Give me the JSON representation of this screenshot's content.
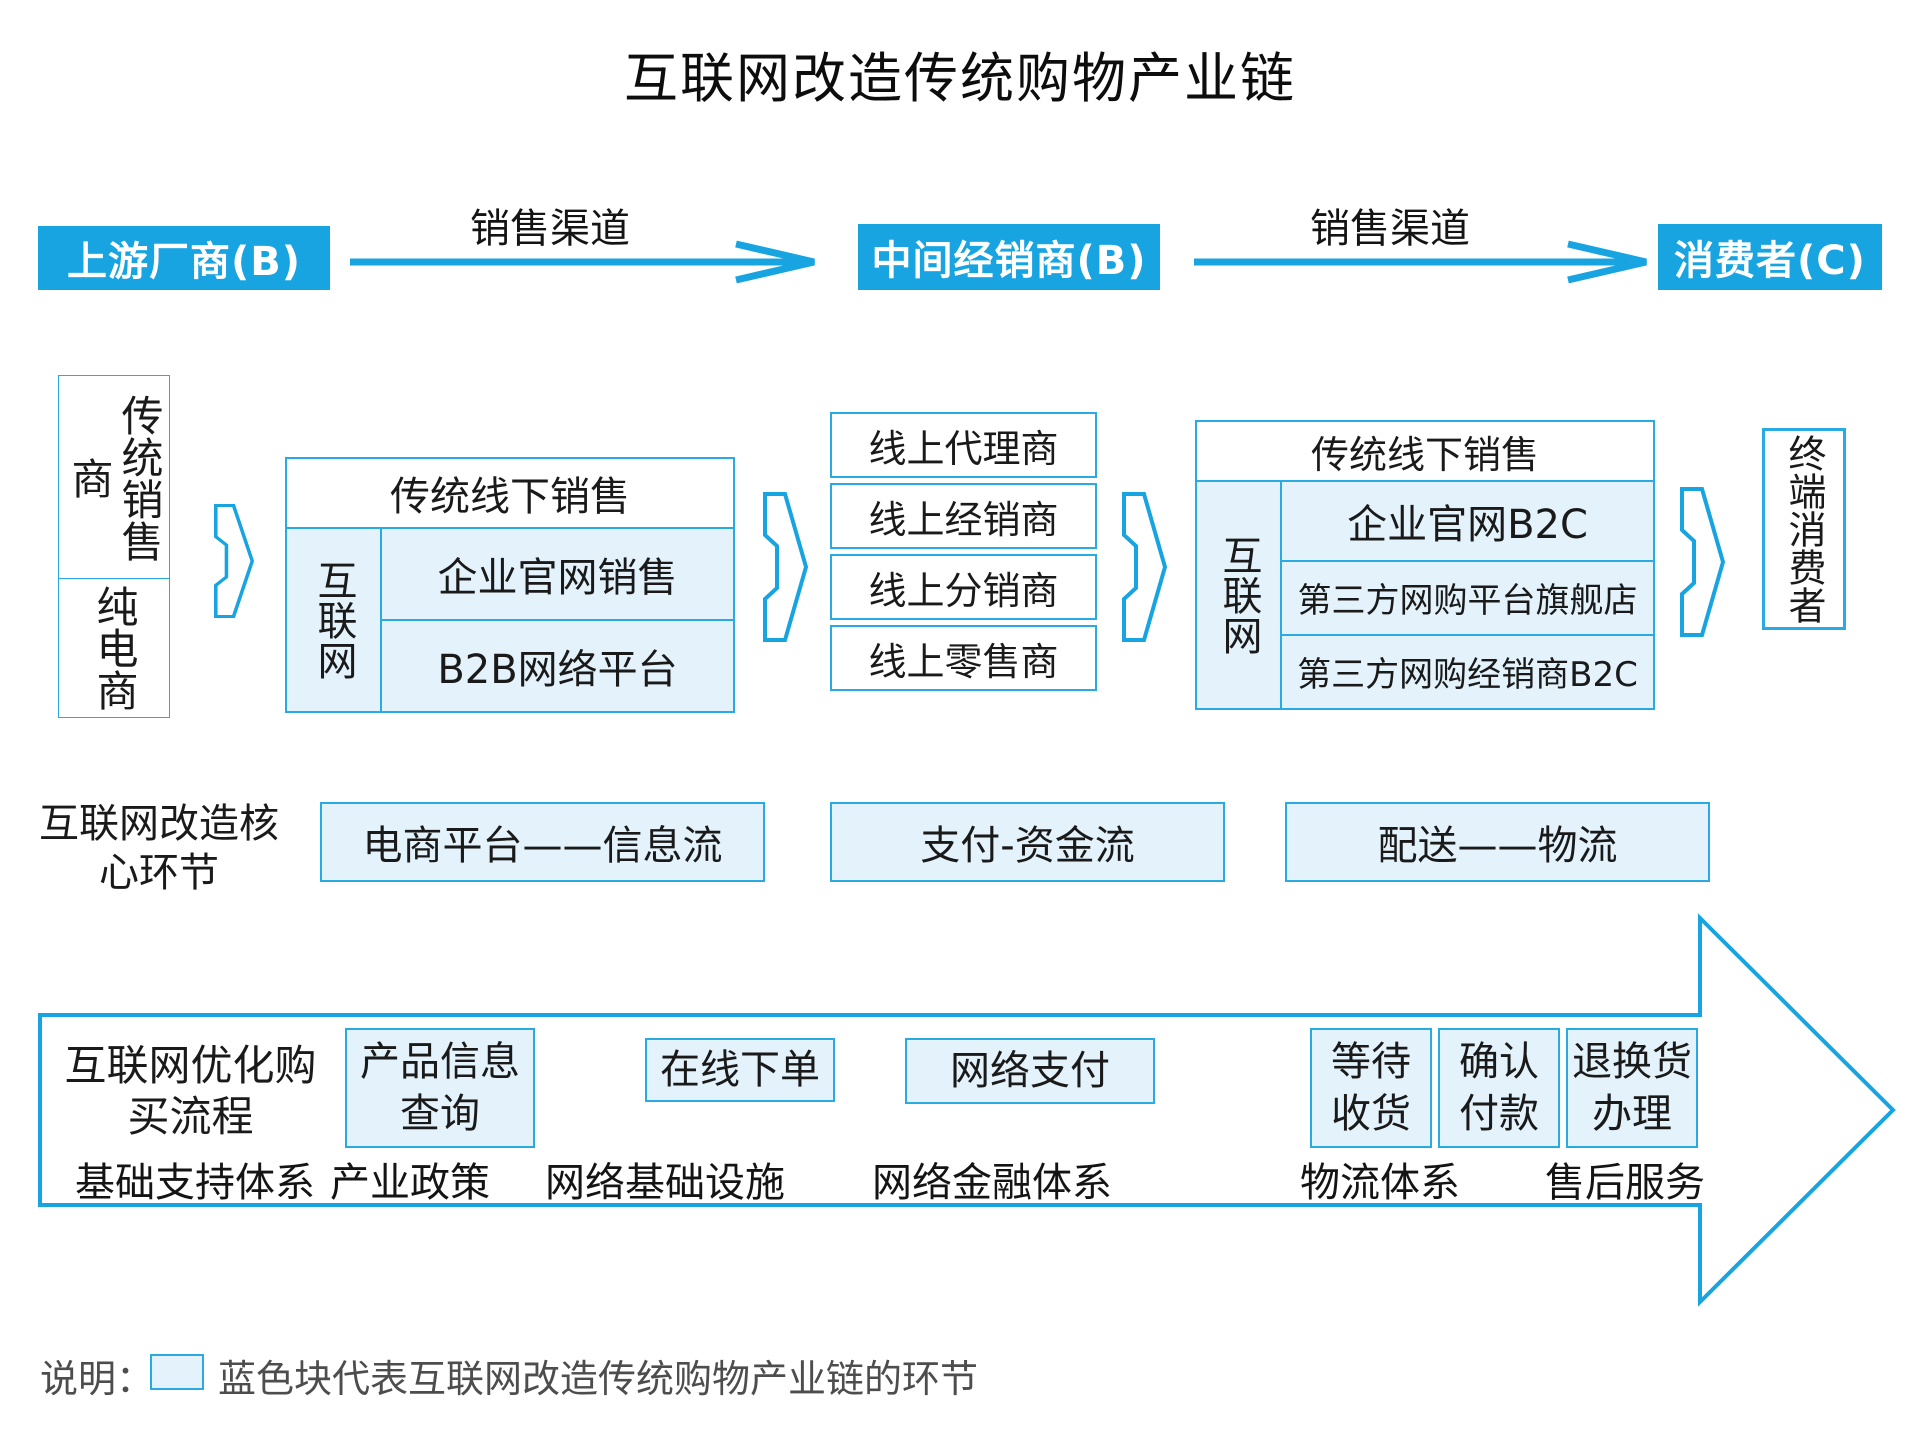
{
  "meta": {
    "title": "互联网改造传统购物产业链"
  },
  "colors": {
    "accent": "#18a3e1",
    "border": "#29aae2",
    "light_fill": "#e3f2fb",
    "text": "#1a1a1a",
    "legend_gray": "#4d4d4d"
  },
  "top_flow": {
    "nodes": [
      "上游厂商(B)",
      "中间经销商(B)",
      "消费者(C)"
    ],
    "edge_labels": [
      "销售渠道",
      "销售渠道"
    ]
  },
  "suppliers": {
    "traditional": "传统销售商",
    "pure": "纯电商"
  },
  "block1": {
    "header": "传统线下销售",
    "side": "互联网",
    "cells": [
      "企业官网销售",
      "B2B网络平台"
    ]
  },
  "middlemen": [
    "线上代理商",
    "线上经销商",
    "线上分销商",
    "线上零售商"
  ],
  "block3": {
    "header": "传统线下销售",
    "side": "互联网",
    "cells": [
      "企业官网B2C",
      "第三方网购平台旗舰店",
      "第三方网购经销商B2C"
    ]
  },
  "consumer_box": "终端消费者",
  "core_row": {
    "label": "互联网改造核心环节",
    "items": [
      "电商平台——信息流",
      "支付-资金流",
      "配送——物流"
    ]
  },
  "process": {
    "label": "互联网优化购买流程",
    "steps": [
      "产品信息查询",
      "在线下单",
      "网络支付",
      "等待收货",
      "确认付款",
      "退换货办理"
    ]
  },
  "support": {
    "label": "基础支持体系",
    "items": [
      "产业政策",
      "网络基础设施",
      "网络金融体系",
      "物流体系",
      "售后服务"
    ]
  },
  "legend": {
    "prefix": "说明：",
    "text": "蓝色块代表互联网改造传统购物产业链的环节"
  }
}
